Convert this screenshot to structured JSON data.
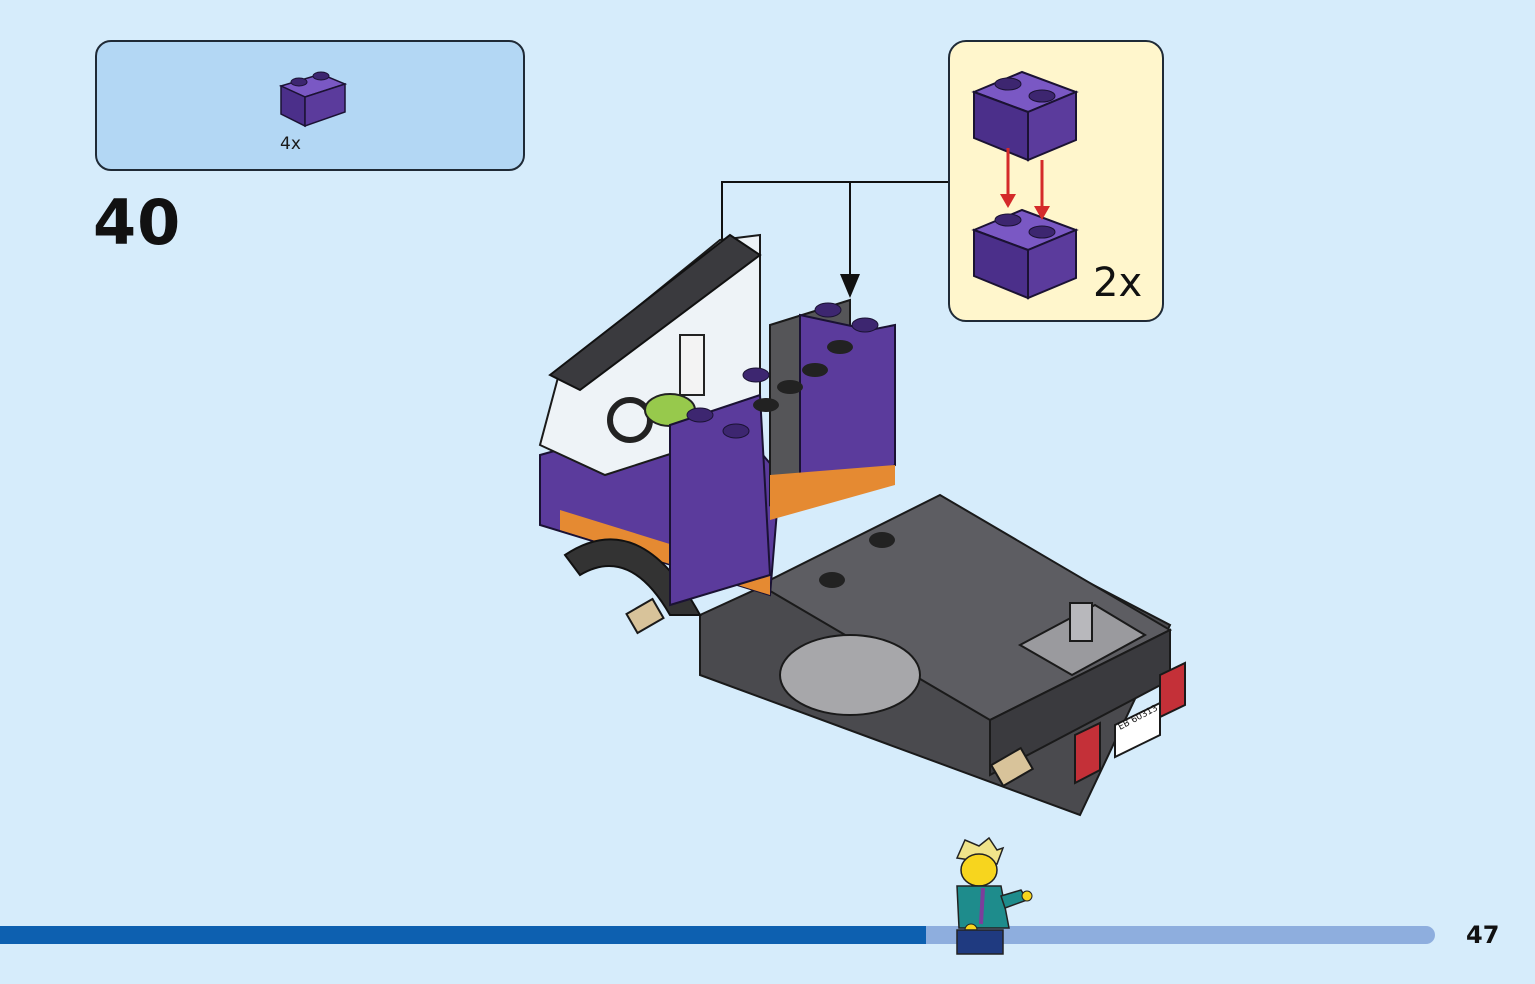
{
  "parts_callout": {
    "quantity": "4x",
    "brick_icon": "purple-1x2-brick-icon",
    "brick_color": "#5b3b9c"
  },
  "step": {
    "number": "40"
  },
  "sub_assembly": {
    "quantity": "2x",
    "icon": "stacked-bricks-icon",
    "arrow_color": "#d42a2a"
  },
  "model": {
    "icon": "truck-cab-assembly-icon",
    "license_plate": "EB 60313"
  },
  "progress": {
    "fraction": 0.645
  },
  "page": {
    "number": "47"
  },
  "colors": {
    "background": "#d6ecfb",
    "parts_box": "#b3d7f4",
    "sub_box": "#fff6cc",
    "progress_fill": "#0d60b0",
    "progress_track": "#8eaede"
  }
}
